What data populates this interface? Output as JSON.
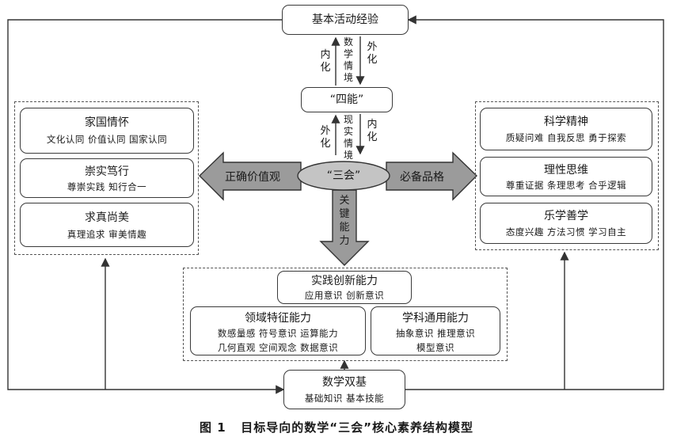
{
  "top": {
    "title": "基本活动经验"
  },
  "link1": {
    "left": "内化",
    "mid": "数学情境",
    "right": "外化"
  },
  "middle": {
    "title": "“四能”"
  },
  "link2": {
    "left": "外化",
    "mid": "现实情境",
    "right": "内化"
  },
  "center": {
    "title": "“三会”"
  },
  "arrows": {
    "left": "正确价值观",
    "right": "必备品格",
    "down": "关键能力"
  },
  "left_boxes": [
    {
      "title": "家国情怀",
      "sub": "文化认同  价值认同  国家认同"
    },
    {
      "title": "崇实笃行",
      "sub": "尊崇实践  知行合一"
    },
    {
      "title": "求真尚美",
      "sub": "真理追求  审美情趣"
    }
  ],
  "right_boxes": [
    {
      "title": "科学精神",
      "sub": "质疑问难  自我反思  勇于探索"
    },
    {
      "title": "理性思维",
      "sub": "尊重证据  条理思考  合乎逻辑"
    },
    {
      "title": "乐学善学",
      "sub": "态度兴趣  方法习惯  学习自主"
    }
  ],
  "bottom_group": {
    "practice": {
      "title": "实践创新能力",
      "sub": "应用意识  创新意识"
    },
    "domain": {
      "title": "领域特征能力",
      "sub1": "数感量感  符号意识  运算能力",
      "sub2": "几何直观  空间观念  数据意识"
    },
    "general": {
      "title": "学科通用能力",
      "sub1": "抽象意识  推理意识",
      "sub2": "模型意识"
    }
  },
  "base": {
    "title": "数学双基",
    "sub": "基础知识  基本技能"
  },
  "caption": "图 1   目标导向的数学“三会”核心素养结构模型"
}
